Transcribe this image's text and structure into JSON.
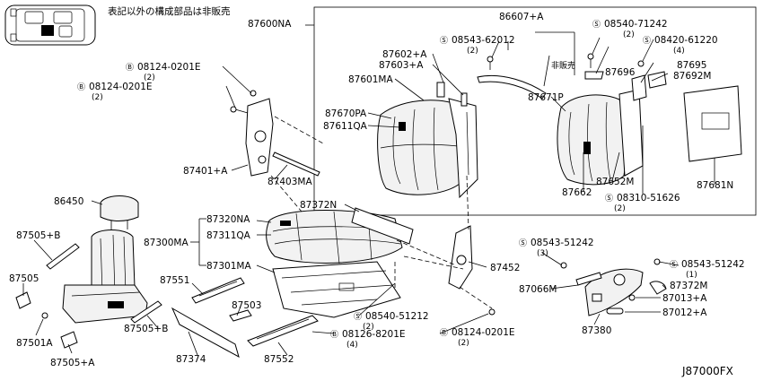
{
  "header": {
    "note": "表記以外の構成部品は非販売"
  },
  "footer": {
    "diagram_code": "J87000FX"
  },
  "callouts": [
    {
      "id": "87600NA",
      "text": "87600NA"
    },
    {
      "id": "86607A",
      "text": "86607+A"
    },
    {
      "id": "s0854071242",
      "text": "08540-71242",
      "qty": "(2)"
    },
    {
      "id": "s0842061220",
      "text": "08420-61220",
      "qty": "(4)"
    },
    {
      "id": "s0854362012",
      "text": "08543-62012",
      "qty": "(2)"
    },
    {
      "id": "hanbai",
      "text": "非販売"
    },
    {
      "id": "87602A",
      "text": "87602+A"
    },
    {
      "id": "87603A",
      "text": "87603+A"
    },
    {
      "id": "87696",
      "text": "87696"
    },
    {
      "id": "87695",
      "text": "87695"
    },
    {
      "id": "87692M",
      "text": "87692M"
    },
    {
      "id": "87601MA",
      "text": "87601MA"
    },
    {
      "id": "87671P",
      "text": "87671P"
    },
    {
      "id": "87670PA",
      "text": "87670PA"
    },
    {
      "id": "87611QA",
      "text": "87611QA"
    },
    {
      "id": "87652M",
      "text": "87652M"
    },
    {
      "id": "87662",
      "text": "87662"
    },
    {
      "id": "s0831051626",
      "text": "08310-51626",
      "qty": "(2)"
    },
    {
      "id": "87681N",
      "text": "87681N"
    },
    {
      "id": "b081240201E_1",
      "text": "08124-0201E",
      "qty": "(2)"
    },
    {
      "id": "b081240201E_2",
      "text": "08124-0201E",
      "qty": "(2)"
    },
    {
      "id": "87401A",
      "text": "87401+A"
    },
    {
      "id": "87403MA",
      "text": "87403MA"
    },
    {
      "id": "86450",
      "text": "86450"
    },
    {
      "id": "87372N",
      "text": "87372N"
    },
    {
      "id": "87320NA",
      "text": "87320NA"
    },
    {
      "id": "87300MA",
      "text": "87300MA"
    },
    {
      "id": "87311QA",
      "text": "87311QA"
    },
    {
      "id": "87301MA",
      "text": "87301MA"
    },
    {
      "id": "87505B_1",
      "text": "87505+B"
    },
    {
      "id": "87505",
      "text": "87505"
    },
    {
      "id": "87501A",
      "text": "87501A"
    },
    {
      "id": "87505A",
      "text": "87505+A"
    },
    {
      "id": "87505B_2",
      "text": "87505+B"
    },
    {
      "id": "87551",
      "text": "87551"
    },
    {
      "id": "87503",
      "text": "87503"
    },
    {
      "id": "87374",
      "text": "87374"
    },
    {
      "id": "87552",
      "text": "87552"
    },
    {
      "id": "b081268201E",
      "text": "08126-8201E",
      "qty": "(4)"
    },
    {
      "id": "s0854051212",
      "text": "08540-51212",
      "qty": "(2)"
    },
    {
      "id": "b081240201E_3",
      "text": "08124-0201E",
      "qty": "(2)"
    },
    {
      "id": "87452",
      "text": "87452"
    },
    {
      "id": "s0854351242_3",
      "text": "08543-51242",
      "qty": "(3)"
    },
    {
      "id": "87066M",
      "text": "87066M"
    },
    {
      "id": "s0854351242_1",
      "text": "08543-51242",
      "qty": "(1)"
    },
    {
      "id": "87372M",
      "text": "87372M"
    },
    {
      "id": "87013A",
      "text": "87013+A"
    },
    {
      "id": "87012A",
      "text": "87012+A"
    },
    {
      "id": "87380",
      "text": "87380"
    }
  ]
}
